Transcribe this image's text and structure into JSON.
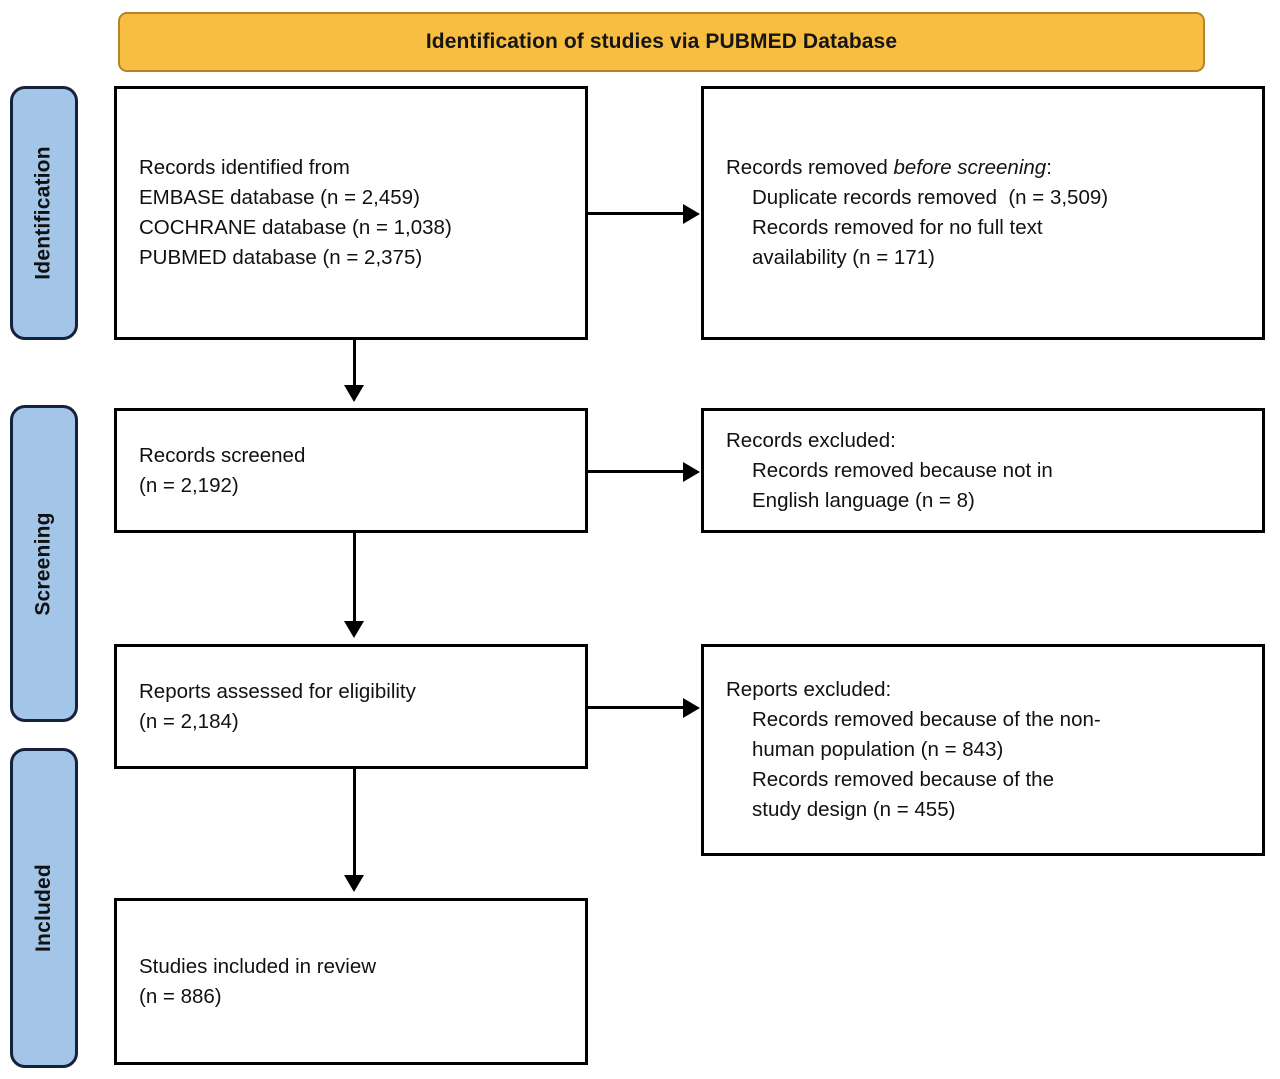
{
  "banner": {
    "title": "Identification of studies via PUBMED Database",
    "bg_color": "#f8be42",
    "border_color": "#b5842a"
  },
  "stages": {
    "bg_color": "#a3c6e8",
    "border_color": "#16213c",
    "identification": "Identification",
    "screening": "Screening",
    "included": "Included"
  },
  "boxes": {
    "identified": {
      "line1": "Records identified from",
      "line2": "EMBASE database (n = 2,459)",
      "line3": "COCHRANE database (n = 1,038)",
      "line4": "PUBMED database (n = 2,375)"
    },
    "removed_before": {
      "line1_prefix": "Records removed ",
      "line1_italic": "before screening",
      "line1_suffix": ":",
      "line2": "Duplicate records removed  (n = 3,509)",
      "line3": "Records removed for no full text",
      "line4": "availability (n = 171)"
    },
    "screened": {
      "line1": "Records screened",
      "line2": "(n = 2,192)"
    },
    "records_excluded": {
      "line1": "Records excluded:",
      "line2": "Records removed because not in",
      "line3": "English language (n = 8)"
    },
    "eligibility": {
      "line1": "Reports assessed for eligibility",
      "line2": "(n = 2,184)"
    },
    "reports_excluded": {
      "line1": "Reports excluded:",
      "line2": "Records removed because of the non-",
      "line3": "human population (n = 843)",
      "line4": "Records removed because of the",
      "line5": "study design (n = 455)"
    },
    "included": {
      "line1": "Studies included in review",
      "line2": "(n = 886)"
    }
  },
  "counts": {
    "embase": 2459,
    "cochrane": 1038,
    "pubmed": 2375,
    "duplicates_removed": 3509,
    "no_full_text_removed": 171,
    "records_screened": 2192,
    "not_english_excluded": 8,
    "reports_assessed": 2184,
    "non_human_excluded": 843,
    "study_design_excluded": 455,
    "studies_included": 886
  }
}
